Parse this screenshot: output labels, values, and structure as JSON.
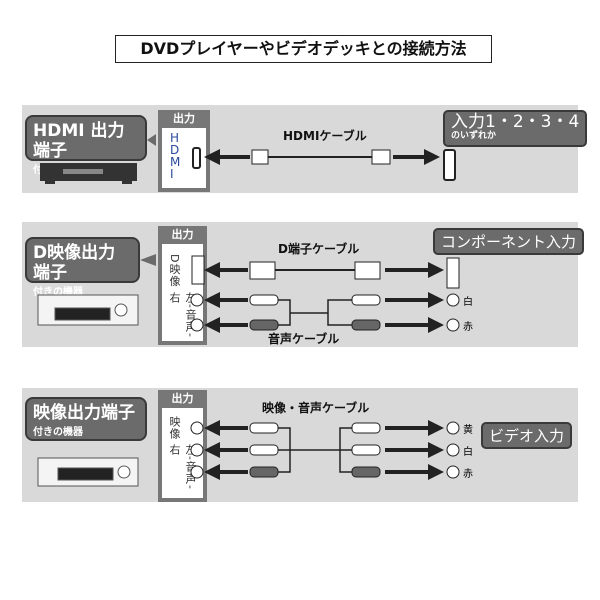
{
  "title": "DVDプレイヤーやビデオデッキとの接続方法",
  "output_header": "出力",
  "plug_colors": {
    "yellow": "黄",
    "white": "白",
    "red": "赤"
  },
  "panels": [
    {
      "device_label": "HDMI 出力端子",
      "device_sub": "付きの機器",
      "port_label": "HDMI",
      "cable": "HDMIケーブル",
      "input_label": "入力1・2・3・4",
      "input_sub": "のいずれか"
    },
    {
      "device_label": "D映像出力端子",
      "device_sub": "付きの機器",
      "port_labels": [
        "D映像",
        "左-音声-右"
      ],
      "cable": "D端子ケーブル",
      "cable2": "音声ケーブル",
      "input_label": "コンポーネント入力"
    },
    {
      "device_label": "映像出力端子",
      "device_sub": "付きの機器",
      "port_labels": [
        "映像",
        "左-音声-右"
      ],
      "cable": "映像・音声ケーブル",
      "input_label": "ビデオ入力"
    }
  ]
}
